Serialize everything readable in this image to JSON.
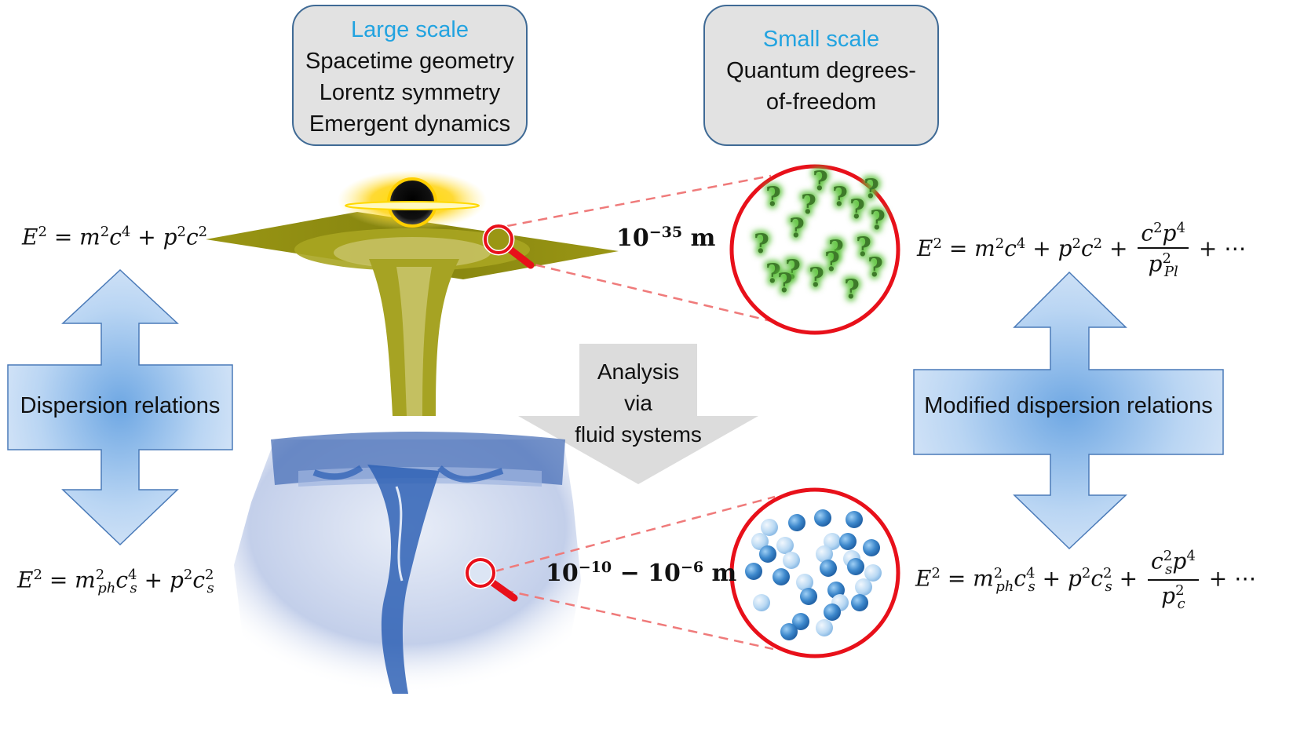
{
  "large_scale": {
    "heading": "Large scale",
    "lines": [
      "Spacetime geometry",
      "Lorentz symmetry",
      "Emergent dynamics"
    ]
  },
  "small_scale": {
    "heading": "Small scale",
    "lines": [
      "Quantum degrees-",
      "of-freedom"
    ]
  },
  "left_arrow_label": "Dispersion relations",
  "right_arrow_label": "Modified dispersion relations",
  "center_arrow_label": [
    "Analysis",
    "via",
    "fluid systems"
  ],
  "scale_top": {
    "mantissa": "10",
    "exponent": "−35",
    "unit": " m"
  },
  "scale_bottom": {
    "a": "10",
    "a_exp": "−10",
    "b": "10",
    "b_exp": "−6",
    "unit": " m"
  },
  "question_mark": "?",
  "colors": {
    "box_fill": "#e2e2e2",
    "box_border": "#3f6a95",
    "heading_blue": "#22a3e0",
    "magnifier_red": "#e8101a",
    "spacetime_olive": "#8b8a14",
    "arrow_blue": "#9ec3ec"
  }
}
